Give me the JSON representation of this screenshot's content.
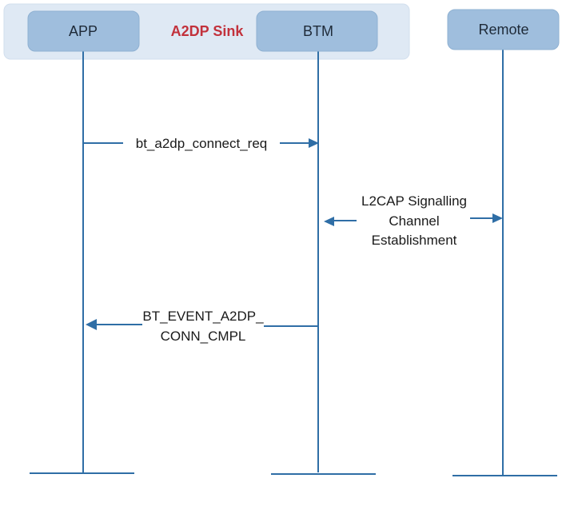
{
  "group": {
    "label": "A2DP Sink",
    "label_color": "#c2313b",
    "fill_color": "#dfe9f4"
  },
  "actors": {
    "app": "APP",
    "btm": "BTM",
    "remote": "Remote",
    "box_color": "#9fbedd"
  },
  "line_color": "#2f6ea6",
  "messages": {
    "connect_req": "bt_a2dp_connect_req",
    "l2cap_line1": "L2CAP Signalling",
    "l2cap_line2": "Channel",
    "l2cap_line3": "Establishment",
    "conn_cmpl_line1": "BT_EVENT_A2DP_",
    "conn_cmpl_line2": "CONN_CMPL"
  }
}
